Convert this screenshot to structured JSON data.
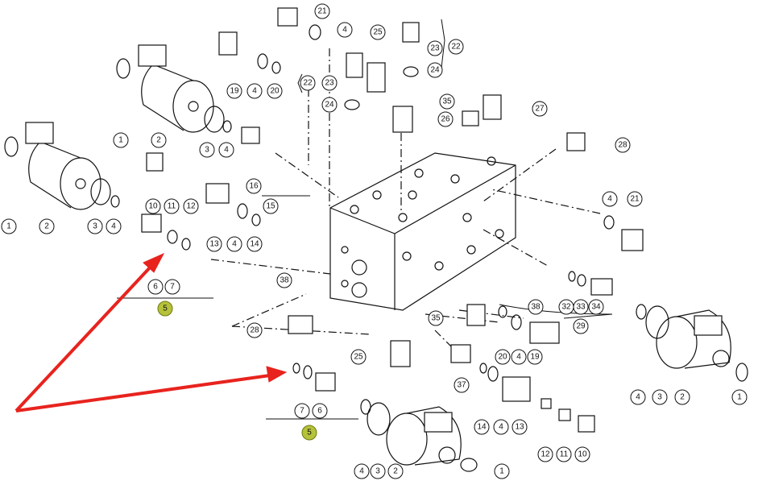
{
  "diagram": {
    "type": "exploded parts diagram of hydraulic valve block",
    "callouts": [
      "21",
      "4",
      "25",
      "22",
      "23",
      "24",
      "19",
      "4",
      "20",
      "22",
      "23",
      "24",
      "35",
      "27",
      "26",
      "1",
      "2",
      "3",
      "4",
      "28",
      "16",
      "15",
      "10",
      "11",
      "12",
      "4",
      "21",
      "1",
      "2",
      "3",
      "4",
      "13",
      "4",
      "14",
      "6",
      "7",
      "5",
      "38",
      "38",
      "32",
      "33",
      "34",
      "29",
      "35",
      "28",
      "19",
      "4",
      "20",
      "25",
      "37",
      "4",
      "3",
      "2",
      "1",
      "7",
      "6",
      "5",
      "14",
      "4",
      "13",
      "12",
      "11",
      "10",
      "4",
      "3",
      "2",
      "1"
    ],
    "highlight_group_label": "5",
    "colors": {
      "line": "#111111",
      "arrow": "#e8231e",
      "group_badge": "#b5c23a"
    }
  }
}
